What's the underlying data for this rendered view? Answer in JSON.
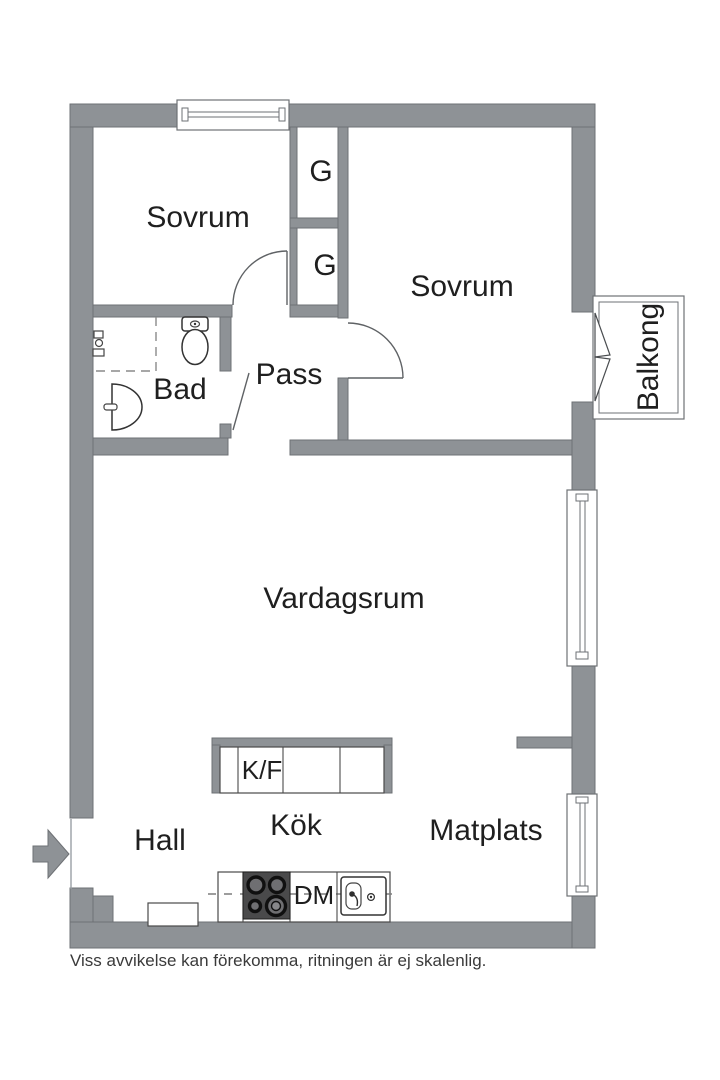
{
  "rooms": {
    "sovrum_1": "Sovrum",
    "sovrum_2": "Sovrum",
    "bad": "Bad",
    "pass": "Pass",
    "balkong": "Balkong",
    "vardagsrum": "Vardagsrum",
    "hall": "Hall",
    "kok": "Kök",
    "matplats": "Matplats"
  },
  "closets": {
    "g1": "G",
    "g2": "G"
  },
  "appliances": {
    "fridge_freezer": "K/F",
    "dishwasher": "DM"
  },
  "caption": "Viss avvikelse kan förekomma, ritningen är ej skalenlig.",
  "colors": {
    "wall": "#8e9296",
    "wall_outline": "#6e7175",
    "text": "#1f1f1f",
    "stove": "#4a4a4b",
    "background": "#ffffff"
  }
}
